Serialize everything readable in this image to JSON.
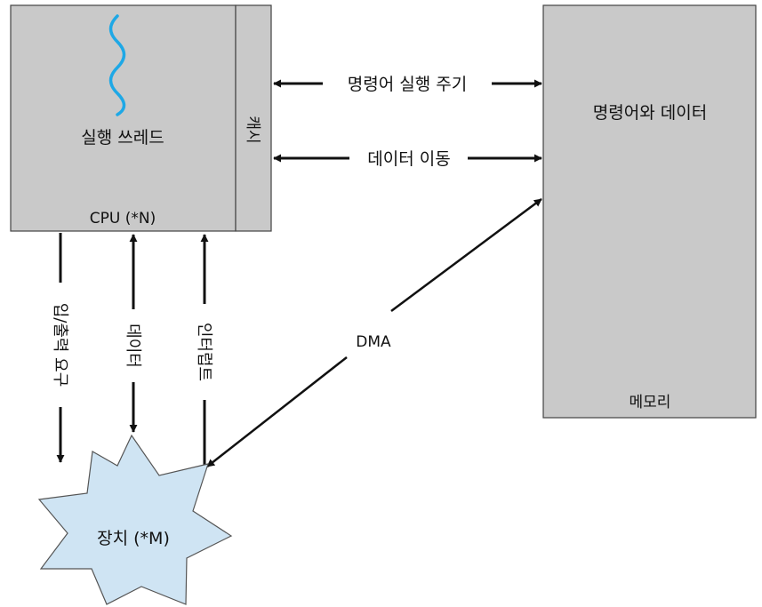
{
  "cpu": {
    "thread_label": "실행 쓰레드",
    "cache_label": "캐시",
    "name_label": "CPU (*N)"
  },
  "memory": {
    "content_label": "명령어와 데이터",
    "name_label": "메모리"
  },
  "device": {
    "name_label": "장치 (*M)"
  },
  "arrows": {
    "instruction_cycle": "명령어 실행 주기",
    "data_movement": "데이터 이동",
    "io_request": "입/출력 요구",
    "data": "데이터",
    "interrupt": "인터럽트",
    "dma": "DMA"
  },
  "colors": {
    "box_fill": "#c9c9c9",
    "box_stroke": "#444444",
    "thread_wave": "#1ea8e6",
    "device_fill": "#cfe4f3",
    "device_stroke": "#555555",
    "arrow": "#111111"
  }
}
